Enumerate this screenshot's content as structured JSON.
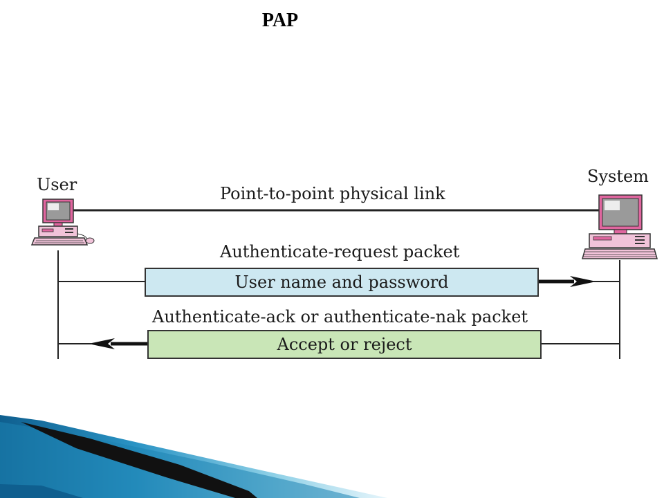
{
  "slide": {
    "title": "PAP"
  },
  "diagram": {
    "user_label": "User",
    "system_label": "System",
    "link_label": "Point-to-point physical link",
    "request_packet_label": "Authenticate-request packet",
    "request_box_text": "User name and password",
    "response_packet_label": "Authenticate-ack or authenticate-nak packet",
    "response_box_text": "Accept or reject"
  },
  "colors": {
    "request_box": "#cde8f1",
    "response_box": "#c9e6b7",
    "computer_accent": "#e0669f",
    "footer_blue": "#1d84b2",
    "footer_light": "#9dd6ea"
  }
}
